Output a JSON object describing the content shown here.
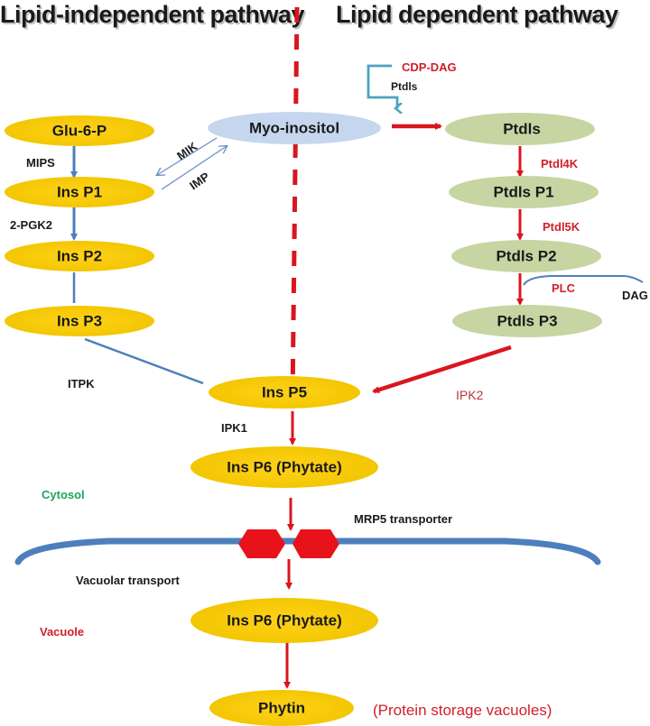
{
  "titles": {
    "left": "Lipid-independent pathway",
    "right": "Lipid dependent pathway"
  },
  "colors": {
    "yellow_node": "#f7cc00",
    "blue_node": "#c5d6ee",
    "green_node": "#c6d5a2",
    "red_arrow": "#d9161f",
    "blue_arrow": "#4d7fbd",
    "teal_arrow": "#4aa3be",
    "membrane": "#4d7fbd",
    "transporter": "#e8121a"
  },
  "nodes": {
    "glu6p": "Glu-6-P",
    "insp1": "Ins P1",
    "insp2": "Ins P2",
    "insp3": "Ins P3",
    "myo": "Myo-inositol",
    "ptdis": "Ptdls",
    "ptdisp1": "Ptdls P1",
    "ptdisp2": "Ptdls P2",
    "ptdisp3": "Ptdls P3",
    "insp5": "Ins P5",
    "insp6_cytosol": "Ins P6 (Phytate)",
    "insp6_vacuole": "Ins P6 (Phytate)",
    "phytin": "Phytin"
  },
  "labels": {
    "mips": "MIPS",
    "pgk2": "2-PGK2",
    "mik": "MIK",
    "imp": "IMP",
    "cdp_dag": "CDP-DAG",
    "ptdis_small": "Ptdls",
    "ptdi4k": "Ptdl4K",
    "ptdi5k": "Ptdl5K",
    "plc": "PLC",
    "dag": "DAG",
    "itpk": "ITPK",
    "ipk2": "IPK2",
    "ipk1": "IPK1",
    "cytosol": "Cytosol",
    "mrp5": "MRP5  transporter",
    "vacuolar_transport": "Vacuolar transport",
    "vacuole": "Vacuole",
    "psv": "(Protein storage vacuoles)"
  }
}
